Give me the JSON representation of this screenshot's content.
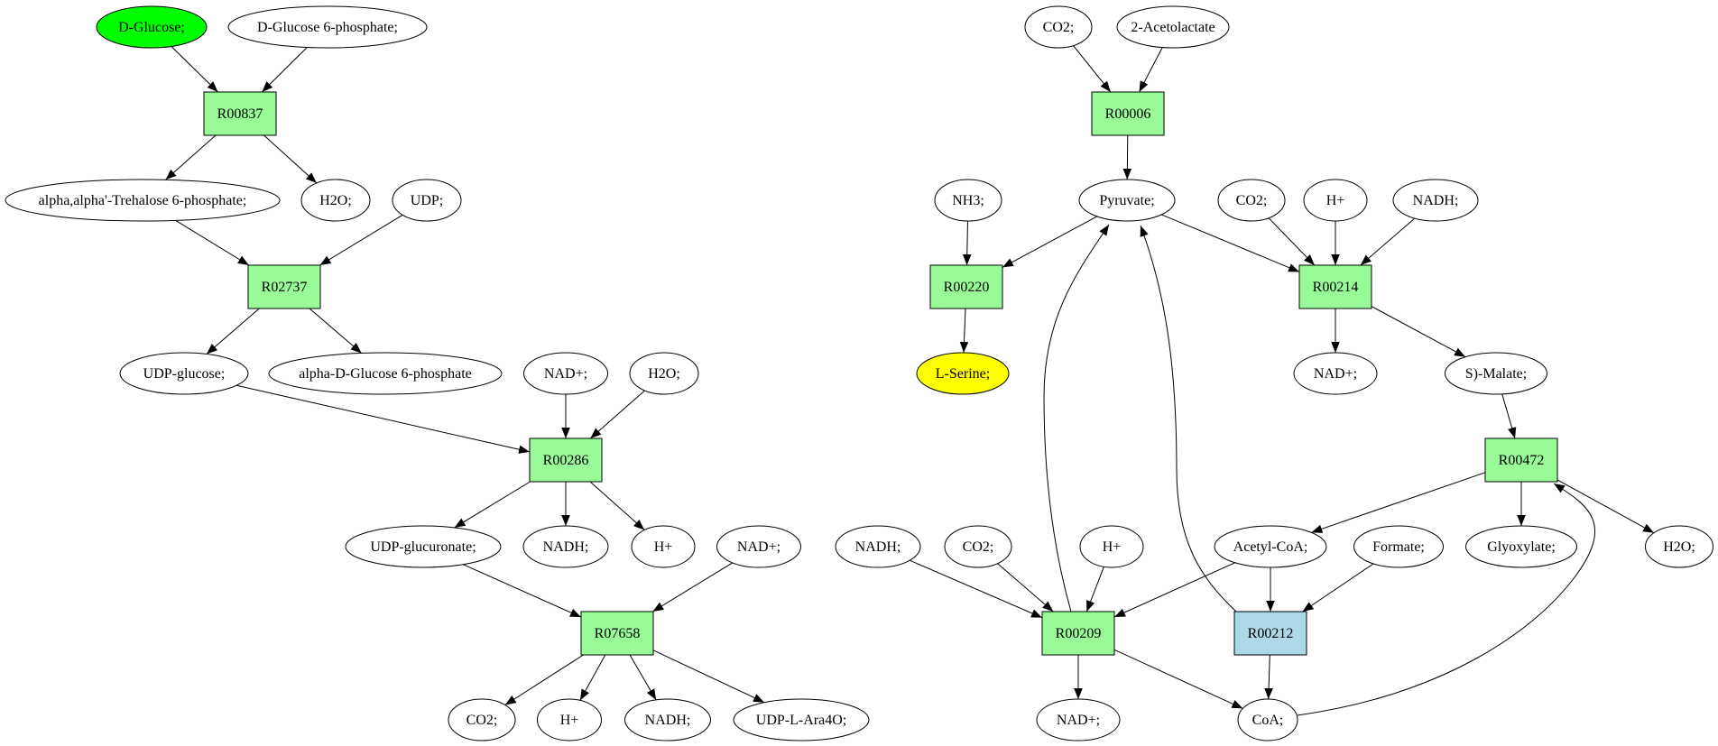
{
  "diagram": {
    "type": "metabolic-pathway-graph",
    "colors": {
      "reaction": "#98fb98",
      "reaction_highlight": "#add8e6",
      "source_compound": "#00ff00",
      "target_compound": "#ffff00",
      "compound": "#ffffff",
      "stroke": "#000000"
    },
    "nodes": [
      {
        "id": "c_dglucose",
        "label": "D-Glucose;",
        "kind": "compound",
        "role": "source"
      },
      {
        "id": "c_dg6p",
        "label": "D-Glucose 6-phosphate;",
        "kind": "compound"
      },
      {
        "id": "r_R00837",
        "label": "R00837",
        "kind": "reaction"
      },
      {
        "id": "c_trehalose6p",
        "label": "alpha,alpha'-Trehalose 6-phosphate;",
        "kind": "compound"
      },
      {
        "id": "c_h2o_1",
        "label": "H2O;",
        "kind": "compound"
      },
      {
        "id": "c_udp",
        "label": "UDP;",
        "kind": "compound"
      },
      {
        "id": "r_R02737",
        "label": "R02737",
        "kind": "reaction"
      },
      {
        "id": "c_udpglucose",
        "label": "UDP-glucose;",
        "kind": "compound"
      },
      {
        "id": "c_adg6p",
        "label": "alpha-D-Glucose 6-phosphate",
        "kind": "compound"
      },
      {
        "id": "c_nadp_1",
        "label": "NAD+;",
        "kind": "compound"
      },
      {
        "id": "c_h2o_2",
        "label": "H2O;",
        "kind": "compound"
      },
      {
        "id": "r_R00286",
        "label": "R00286",
        "kind": "reaction"
      },
      {
        "id": "c_udpglucuronate",
        "label": "UDP-glucuronate;",
        "kind": "compound"
      },
      {
        "id": "c_nadh_1",
        "label": "NADH;",
        "kind": "compound"
      },
      {
        "id": "c_hplus_1",
        "label": "H+",
        "kind": "compound"
      },
      {
        "id": "c_nadp_2",
        "label": "NAD+;",
        "kind": "compound"
      },
      {
        "id": "r_R07658",
        "label": "R07658",
        "kind": "reaction"
      },
      {
        "id": "c_co2_1",
        "label": "CO2;",
        "kind": "compound"
      },
      {
        "id": "c_hplus_2",
        "label": "H+",
        "kind": "compound"
      },
      {
        "id": "c_nadh_2",
        "label": "NADH;",
        "kind": "compound"
      },
      {
        "id": "c_udplara4o",
        "label": "UDP-L-Ara4O;",
        "kind": "compound"
      },
      {
        "id": "c_co2_2",
        "label": "CO2;",
        "kind": "compound"
      },
      {
        "id": "c_acetolactate",
        "label": "2-Acetolactate",
        "kind": "compound"
      },
      {
        "id": "r_R00006",
        "label": "R00006",
        "kind": "reaction"
      },
      {
        "id": "c_nh3",
        "label": "NH3;",
        "kind": "compound"
      },
      {
        "id": "c_pyruvate",
        "label": "Pyruvate;",
        "kind": "compound"
      },
      {
        "id": "c_co2_3",
        "label": "CO2;",
        "kind": "compound"
      },
      {
        "id": "c_hplus_3",
        "label": "H+",
        "kind": "compound"
      },
      {
        "id": "c_nadh_3",
        "label": "NADH;",
        "kind": "compound"
      },
      {
        "id": "r_R00220",
        "label": "R00220",
        "kind": "reaction"
      },
      {
        "id": "r_R00214",
        "label": "R00214",
        "kind": "reaction"
      },
      {
        "id": "c_lserine",
        "label": "L-Serine;",
        "kind": "compound",
        "role": "target"
      },
      {
        "id": "c_nadp_3",
        "label": "NAD+;",
        "kind": "compound"
      },
      {
        "id": "c_smalate",
        "label": "S)-Malate;",
        "kind": "compound"
      },
      {
        "id": "r_R00472",
        "label": "R00472",
        "kind": "reaction"
      },
      {
        "id": "c_nadh_4",
        "label": "NADH;",
        "kind": "compound"
      },
      {
        "id": "c_co2_4",
        "label": "CO2;",
        "kind": "compound"
      },
      {
        "id": "c_hplus_4",
        "label": "H+",
        "kind": "compound"
      },
      {
        "id": "c_acetylcoa",
        "label": "Acetyl-CoA;",
        "kind": "compound"
      },
      {
        "id": "c_formate",
        "label": "Formate;",
        "kind": "compound"
      },
      {
        "id": "c_glyoxylate",
        "label": "Glyoxylate;",
        "kind": "compound"
      },
      {
        "id": "c_h2o_3",
        "label": "H2O;",
        "kind": "compound"
      },
      {
        "id": "r_R00209",
        "label": "R00209",
        "kind": "reaction"
      },
      {
        "id": "r_R00212",
        "label": "R00212",
        "kind": "reaction",
        "highlight": true
      },
      {
        "id": "c_nadp_4",
        "label": "NAD+;",
        "kind": "compound"
      },
      {
        "id": "c_coa",
        "label": "CoA;",
        "kind": "compound"
      }
    ],
    "edges": [
      {
        "from": "c_dglucose",
        "to": "r_R00837"
      },
      {
        "from": "c_dg6p",
        "to": "r_R00837"
      },
      {
        "from": "r_R00837",
        "to": "c_trehalose6p"
      },
      {
        "from": "r_R00837",
        "to": "c_h2o_1"
      },
      {
        "from": "c_trehalose6p",
        "to": "r_R02737"
      },
      {
        "from": "c_udp",
        "to": "r_R02737"
      },
      {
        "from": "r_R02737",
        "to": "c_udpglucose"
      },
      {
        "from": "r_R02737",
        "to": "c_adg6p"
      },
      {
        "from": "c_udpglucose",
        "to": "r_R00286"
      },
      {
        "from": "c_nadp_1",
        "to": "r_R00286"
      },
      {
        "from": "c_h2o_2",
        "to": "r_R00286"
      },
      {
        "from": "r_R00286",
        "to": "c_udpglucuronate"
      },
      {
        "from": "r_R00286",
        "to": "c_nadh_1"
      },
      {
        "from": "r_R00286",
        "to": "c_hplus_1"
      },
      {
        "from": "c_udpglucuronate",
        "to": "r_R07658"
      },
      {
        "from": "c_nadp_2",
        "to": "r_R07658"
      },
      {
        "from": "r_R07658",
        "to": "c_co2_1"
      },
      {
        "from": "r_R07658",
        "to": "c_hplus_2"
      },
      {
        "from": "r_R07658",
        "to": "c_nadh_2"
      },
      {
        "from": "r_R07658",
        "to": "c_udplara4o"
      },
      {
        "from": "c_co2_2",
        "to": "r_R00006"
      },
      {
        "from": "c_acetolactate",
        "to": "r_R00006"
      },
      {
        "from": "r_R00006",
        "to": "c_pyruvate"
      },
      {
        "from": "c_nh3",
        "to": "r_R00220"
      },
      {
        "from": "c_pyruvate",
        "to": "r_R00220"
      },
      {
        "from": "r_R00220",
        "to": "c_lserine"
      },
      {
        "from": "c_pyruvate",
        "to": "r_R00214"
      },
      {
        "from": "c_co2_3",
        "to": "r_R00214"
      },
      {
        "from": "c_hplus_3",
        "to": "r_R00214"
      },
      {
        "from": "c_nadh_3",
        "to": "r_R00214"
      },
      {
        "from": "r_R00214",
        "to": "c_nadp_3"
      },
      {
        "from": "r_R00214",
        "to": "c_smalate"
      },
      {
        "from": "c_smalate",
        "to": "r_R00472"
      },
      {
        "from": "r_R00472",
        "to": "c_acetylcoa"
      },
      {
        "from": "r_R00472",
        "to": "c_glyoxylate"
      },
      {
        "from": "r_R00472",
        "to": "c_h2o_3"
      },
      {
        "from": "c_coa",
        "to": "r_R00472"
      },
      {
        "from": "c_nadh_4",
        "to": "r_R00209"
      },
      {
        "from": "c_co2_4",
        "to": "r_R00209"
      },
      {
        "from": "c_hplus_4",
        "to": "r_R00209"
      },
      {
        "from": "c_acetylcoa",
        "to": "r_R00209"
      },
      {
        "from": "r_R00209",
        "to": "c_pyruvate"
      },
      {
        "from": "r_R00209",
        "to": "c_nadp_4"
      },
      {
        "from": "r_R00209",
        "to": "c_coa"
      },
      {
        "from": "c_acetylcoa",
        "to": "r_R00212"
      },
      {
        "from": "c_formate",
        "to": "r_R00212"
      },
      {
        "from": "r_R00212",
        "to": "c_pyruvate"
      },
      {
        "from": "r_R00212",
        "to": "c_coa"
      }
    ]
  }
}
